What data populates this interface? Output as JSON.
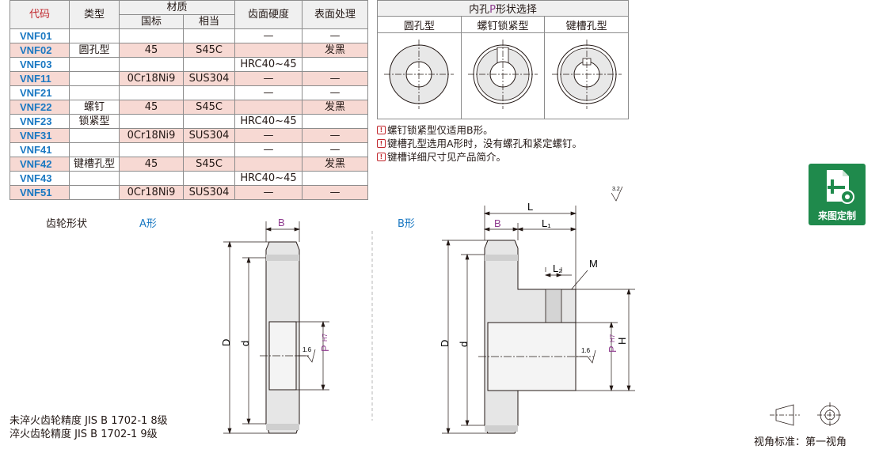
{
  "spec_table": {
    "headers": {
      "code": "代码",
      "type": "类型",
      "material": "材质",
      "national": "国标",
      "equivalent": "相当",
      "hardness": "齿面硬度",
      "surface": "表面处理"
    },
    "rows": [
      {
        "code": "VNF01",
        "type": "",
        "national": "",
        "equivalent": "",
        "hardness": "—",
        "surface": "—",
        "pink": false
      },
      {
        "code": "VNF02",
        "type": "圆孔型",
        "national": "45",
        "equivalent": "S45C",
        "hardness": "",
        "surface": "发黑",
        "pink": true
      },
      {
        "code": "VNF03",
        "type": "",
        "national": "",
        "equivalent": "",
        "hardness": "HRC40~45",
        "surface": "",
        "pink": false
      },
      {
        "code": "VNF11",
        "type": "",
        "national": "0Cr18Ni9",
        "equivalent": "SUS304",
        "hardness": "—",
        "surface": "—",
        "pink": true
      },
      {
        "code": "VNF21",
        "type": "",
        "national": "",
        "equivalent": "",
        "hardness": "—",
        "surface": "—",
        "pink": false
      },
      {
        "code": "VNF22",
        "type": "螺钉",
        "national": "45",
        "equivalent": "S45C",
        "hardness": "",
        "surface": "发黑",
        "pink": true
      },
      {
        "code": "VNF23",
        "type": "锁紧型",
        "national": "",
        "equivalent": "",
        "hardness": "HRC40~45",
        "surface": "",
        "pink": false
      },
      {
        "code": "VNF31",
        "type": "",
        "national": "0Cr18Ni9",
        "equivalent": "SUS304",
        "hardness": "—",
        "surface": "—",
        "pink": true
      },
      {
        "code": "VNF41",
        "type": "",
        "national": "",
        "equivalent": "",
        "hardness": "—",
        "surface": "—",
        "pink": false
      },
      {
        "code": "VNF42",
        "type": "键槽孔型",
        "national": "45",
        "equivalent": "S45C",
        "hardness": "",
        "surface": "发黑",
        "pink": true
      },
      {
        "code": "VNF43",
        "type": "",
        "national": "",
        "equivalent": "",
        "hardness": "HRC40~45",
        "surface": "",
        "pink": false
      },
      {
        "code": "VNF51",
        "type": "",
        "national": "0Cr18Ni9",
        "equivalent": "SUS304",
        "hardness": "—",
        "surface": "—",
        "pink": true
      }
    ]
  },
  "shape_table": {
    "title_pre": "内孔",
    "title_p": "P",
    "title_post": "形状选择",
    "columns": [
      "圆孔型",
      "螺钉锁紧型",
      "键槽孔型"
    ]
  },
  "notes": [
    "螺钉锁紧型仅适用B形。",
    "键槽孔型选用A形时，没有螺孔和紧定螺钉。",
    "键槽详细尺寸见产品简介。"
  ],
  "drawing": {
    "gear_shape_label": "齿轮形状",
    "form_a": "A形",
    "form_b": "B形",
    "dims": {
      "B": "B",
      "L": "L",
      "L1": "L₁",
      "L2": "L₂",
      "M": "M",
      "D": "D",
      "d": "d",
      "P": "P",
      "H7": "H7",
      "H": "H",
      "roughness_16": "1.6",
      "roughness_32": "3.2"
    }
  },
  "footer_notes": [
    "未淬火齿轮精度 JIS B 1702-1 8级",
    "淬火齿轮精度 JIS B 1702-1 9级"
  ],
  "custom_button": "来图定制",
  "view_label": "视角标准：第一视角",
  "colors": {
    "accent": "#1a78c2",
    "pink": "#f7d9d3",
    "custom_green": "#1f8a4c",
    "code_head": "#c1272d"
  }
}
